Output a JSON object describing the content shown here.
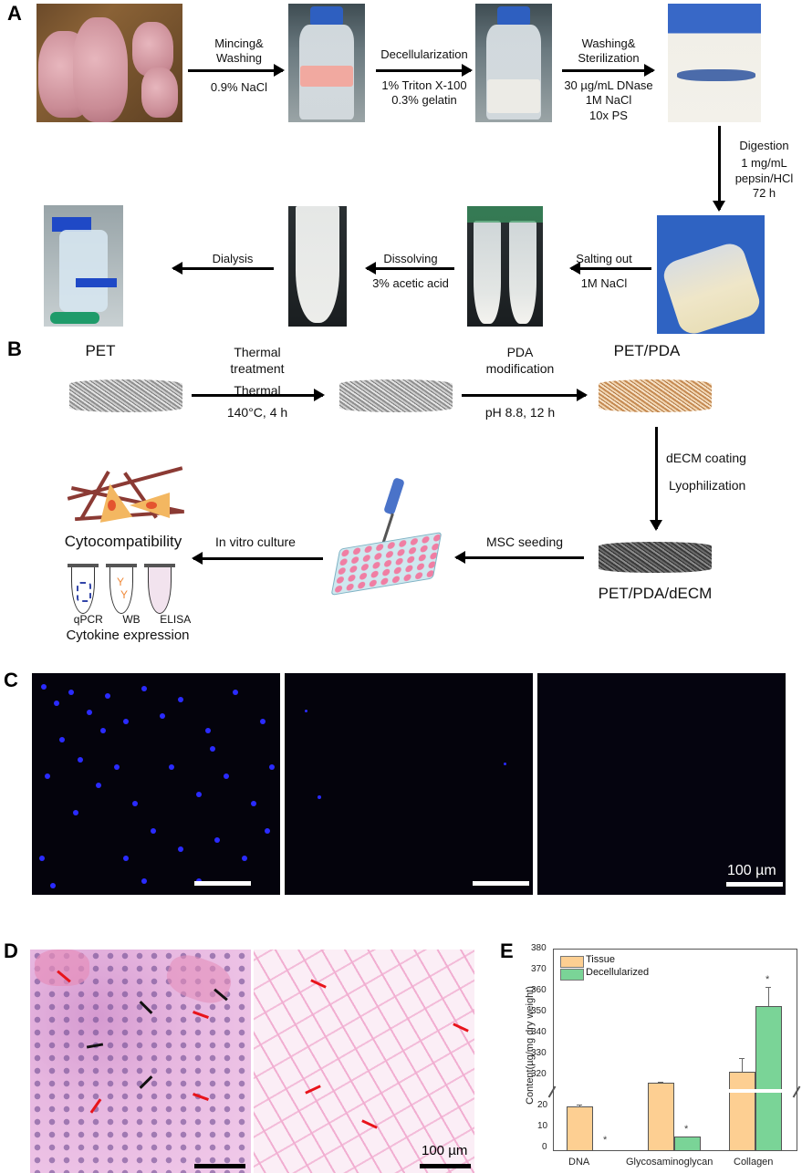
{
  "panels": {
    "A": {
      "letter": "A",
      "steps": [
        {
          "top": "Mincing&",
          "top2": "Washing",
          "bottom": "0.9% NaCl"
        },
        {
          "top": "Decellularization",
          "bottom": "1% Triton X-100",
          "bottom2": "0.3% gelatin"
        },
        {
          "top": "Washing&",
          "top2": "Sterilization",
          "bottom": "30 µg/mL DNase",
          "bottom2": "1M NaCl",
          "bottom3": "10x PS"
        },
        {
          "top": "Digestion",
          "bottom": "1 mg/mL",
          "bottom2": "pepsin/HCl",
          "bottom3": "72 h"
        },
        {
          "top": "Salting out",
          "bottom": "1M NaCl"
        },
        {
          "top": "Dissolving",
          "bottom": "3% acetic acid"
        },
        {
          "top": "Dialysis"
        }
      ],
      "photos": [
        "lung-tissue-photo",
        "bottle-minced-photo",
        "bottle-decellularized-photo",
        "beaker-sterilized-photo",
        "bottle-digested-photo",
        "tubes-salted-photo",
        "tube-dissolved-photo",
        "dialysis-photo"
      ]
    },
    "B": {
      "letter": "B",
      "pet_label": "PET",
      "pet_pda_label": "PET/PDA",
      "pet_pda_decm_label": "PET/PDA/dECM",
      "thermal_top": "Thermal",
      "thermal_top2": "treatment",
      "thermal_bottom": "140°C, 4 h",
      "pda_top": "PDA",
      "pda_top2": "modification",
      "pda_bottom": "pH 8.8, 12 h",
      "coating1": "dECM coating",
      "coating2": "Lyophilization",
      "seeding": "MSC  seeding",
      "culture": "In vitro culture",
      "cytocompat": "Cytocompatibility",
      "tubes": [
        "qPCR",
        "WB",
        "ELISA"
      ],
      "cytokine": "Cytokine expression"
    },
    "C": {
      "letter": "C",
      "scale_label": "100 µm"
    },
    "D": {
      "letter": "D",
      "scale_label": "100 µm"
    },
    "E": {
      "letter": "E"
    }
  },
  "colors": {
    "tissue_bar": "#fdcf92",
    "decell_bar": "#7ad497",
    "nuclei": "#2a2bff",
    "he_red_arrow": "#e8141b"
  },
  "chart_data": {
    "type": "bar",
    "title": "",
    "xlabel": "",
    "ylabel": "Content(µg/mg dry weight)",
    "categories": [
      "DNA",
      "Glycosaminoglycan",
      "Collagen"
    ],
    "series": [
      {
        "name": "Tissue",
        "values": [
          14.5,
          22.8,
          314.0
        ],
        "errors": [
          0.8,
          0.3,
          6.5
        ]
      },
      {
        "name": "Decellularized",
        "values": [
          0.0,
          4.7,
          354.5
        ],
        "errors": [
          0.0,
          0.2,
          8.8
        ]
      }
    ],
    "significance": [
      "*",
      "*",
      "*"
    ],
    "y_break": {
      "lower": [
        0,
        23
      ],
      "upper": [
        310,
        380
      ]
    },
    "yticks_lower": [
      0,
      10,
      20
    ],
    "yticks_upper": [
      320,
      330,
      340,
      350,
      360,
      370,
      380
    ],
    "legend": [
      "Tissue",
      "Decellularized"
    ],
    "legend_position": "upper-left",
    "grid": false
  }
}
